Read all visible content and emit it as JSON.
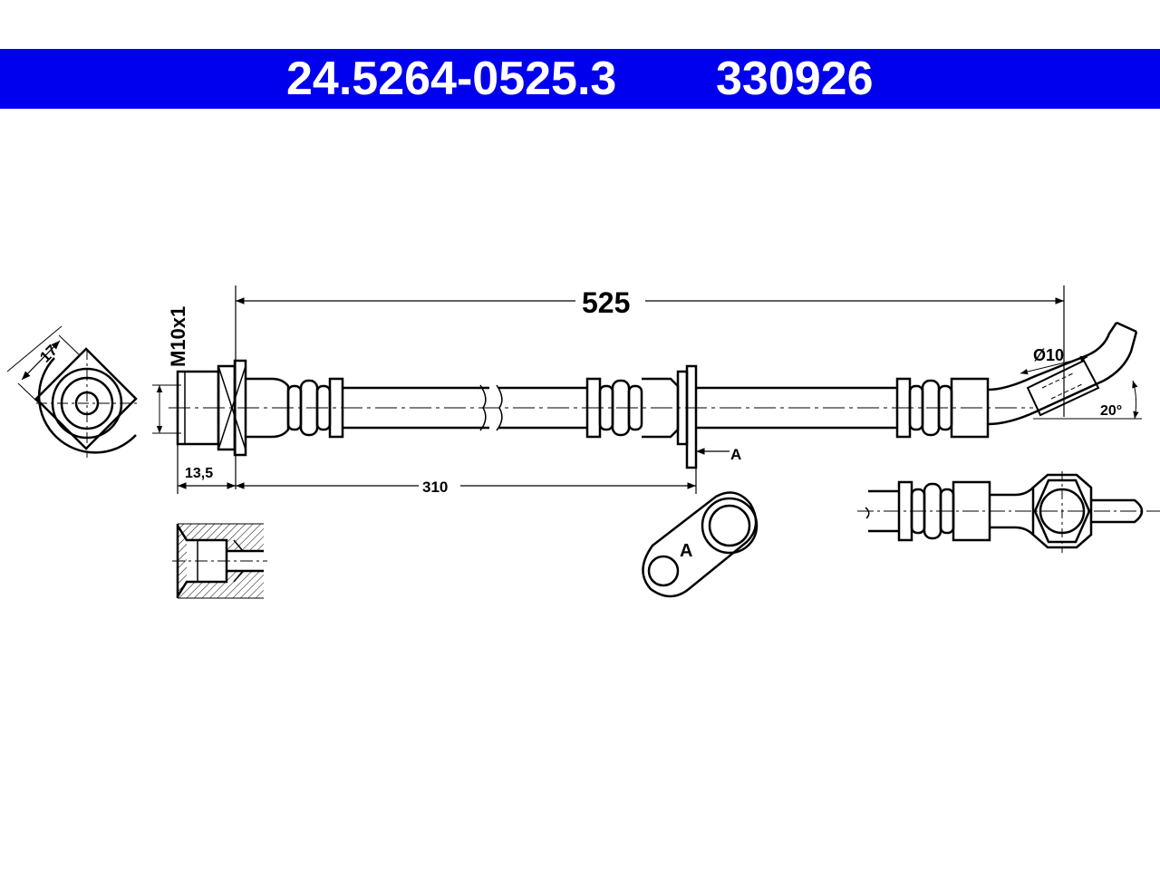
{
  "header": {
    "part_number": "24.5264-0525.3",
    "ref_number": "330926",
    "background_color": "#0000ee",
    "text_color": "#ffffff"
  },
  "dimensions": {
    "total_length": "525",
    "thread": "M10x1",
    "hex_size": "17",
    "fitting_length": "13,5",
    "bracket_offset": "310",
    "tube_diameter": "Ø10",
    "bend_angle": "20°"
  },
  "labels": {
    "bracket_ref": "A",
    "bracket_detail_ref": "A"
  }
}
